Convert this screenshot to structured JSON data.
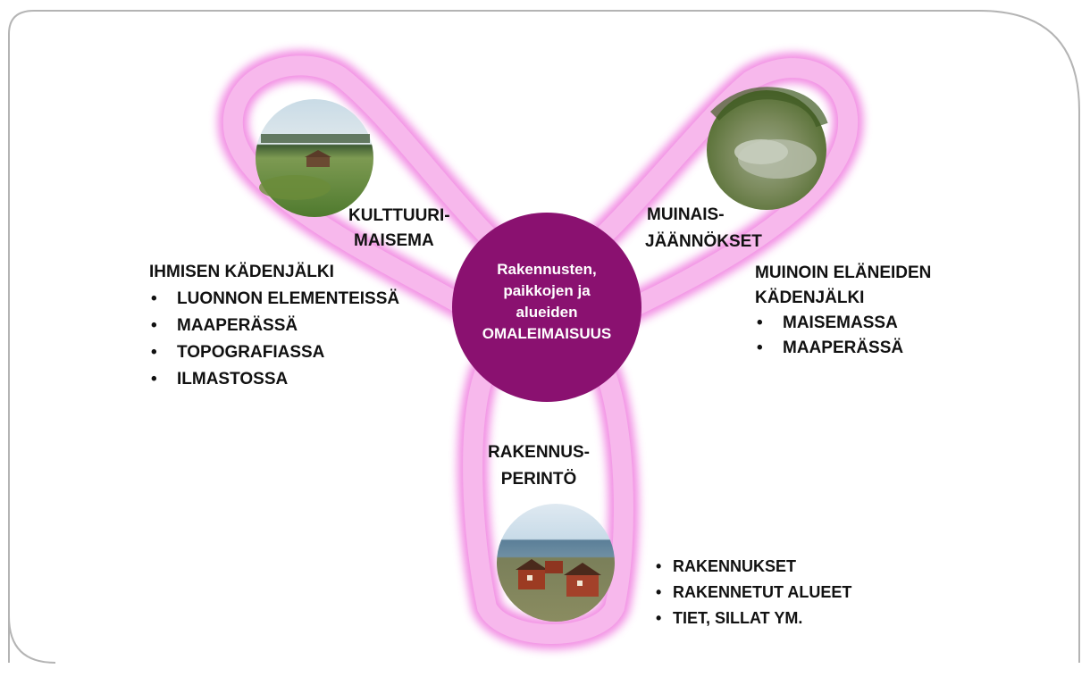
{
  "diagram": {
    "center": {
      "lines": [
        "Rakennusten,",
        "paikkojen ja",
        "alueiden",
        "OMALEIMAISUUS"
      ]
    },
    "left_petal": {
      "title_lines": [
        "KULTTUURI-",
        "MAISEMA"
      ],
      "heading": "IHMISEN KÄDENJÄLKI",
      "items": [
        "LUONNON ELEMENTEISSÄ",
        "MAAPERÄSSÄ",
        "TOPOGRAFIASSA",
        "ILMASTOSSA"
      ]
    },
    "right_petal": {
      "title_lines": [
        "MUINAIS-",
        "JÄÄNNÖKSET"
      ],
      "heading_lines": [
        "MUINOIN ELÄNEIDEN",
        "KÄDENJÄLKI"
      ],
      "items": [
        "MAISEMASSA",
        "MAAPERÄSSÄ"
      ]
    },
    "bottom_petal": {
      "title_lines": [
        "RAKENNUS-",
        "PERINTÖ"
      ],
      "items": [
        "RAKENNUKSET",
        "RAKENNETUT ALUEET",
        "TIET, SILLAT YM."
      ]
    },
    "colors": {
      "center_fill": "#8a1170",
      "petal_pink": "#f7b8ec",
      "petal_glow": "#ee70dc",
      "frame": "#b4b4b4"
    }
  }
}
